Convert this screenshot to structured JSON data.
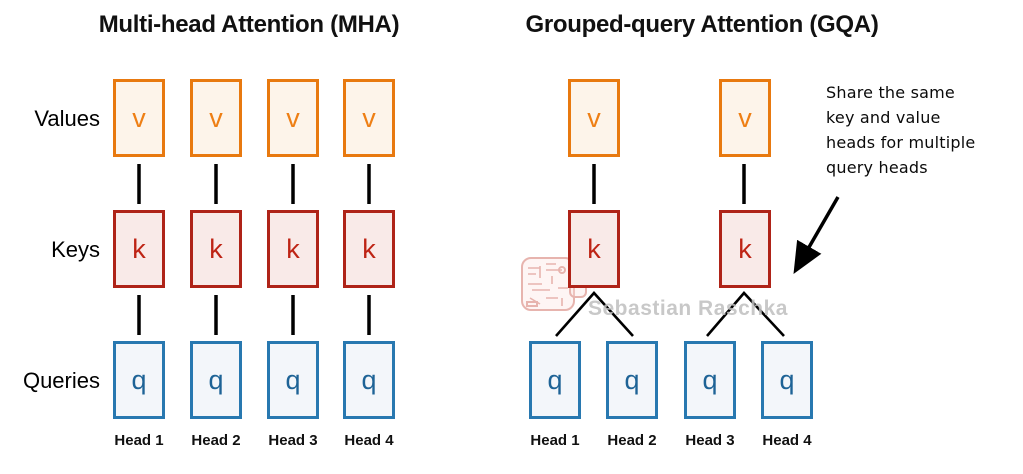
{
  "titles": {
    "mha": "Multi-head Attention (MHA)",
    "gqa": "Grouped-query Attention (GQA)"
  },
  "row_labels": {
    "values": "Values",
    "keys": "Keys",
    "queries": "Queries"
  },
  "box_labels": {
    "value": "v",
    "key": "k",
    "query": "q"
  },
  "mha": {
    "value_heads": 4,
    "key_heads": 4,
    "query_heads": 4,
    "heads": [
      "Head 1",
      "Head 2",
      "Head 3",
      "Head 4"
    ]
  },
  "gqa": {
    "value_heads": 2,
    "key_heads": 2,
    "query_heads": 4,
    "heads": [
      "Head 1",
      "Head 2",
      "Head 3",
      "Head 4"
    ],
    "grouping": "each kv pair shared by 2 query heads"
  },
  "annotation": {
    "lines": [
      "Share the same",
      "key and value",
      "heads for multiple",
      "query heads"
    ]
  },
  "watermark": {
    "text": "Sebastian Raschka"
  },
  "colors": {
    "value_border": "#E8790F",
    "value_fill": "#FDF4EA",
    "key_border": "#AF2318",
    "key_fill": "#F9EAE8",
    "query_border": "#2878B0",
    "query_fill": "#F3F6FA",
    "line": "#000000",
    "watermark": "#BFBFBF",
    "stamp": "#CC5A4E"
  }
}
